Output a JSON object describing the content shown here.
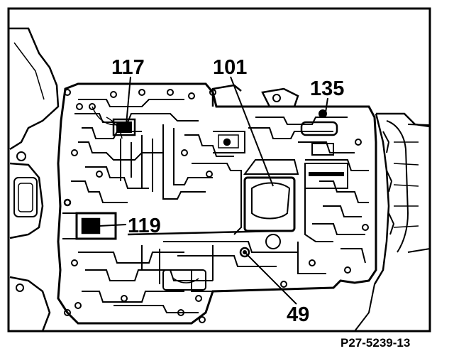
{
  "callouts": {
    "c117": "117",
    "c101": "101",
    "c135": "135",
    "c119": "119",
    "c49": "49"
  },
  "figure_ref": "P27-5239-13",
  "colors": {
    "ink": "#000000",
    "paper": "#ffffff"
  }
}
